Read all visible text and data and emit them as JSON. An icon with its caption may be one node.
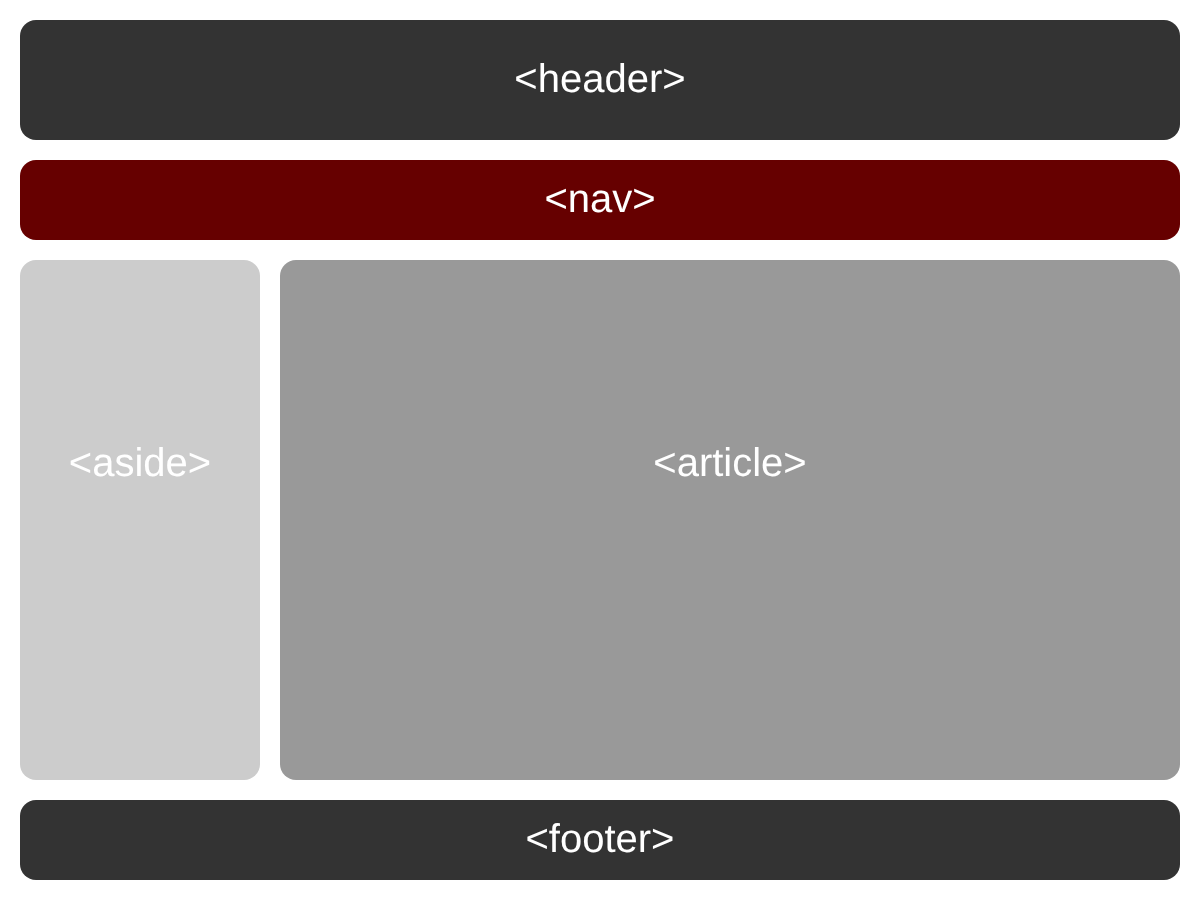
{
  "diagram": {
    "nodes": [
      {
        "text": [
          "<header>"
        ]
      },
      {
        "text": [
          "<nav>"
        ]
      },
      {
        "text": [
          "<aside>"
        ]
      },
      {
        "text": [
          "<article>"
        ]
      },
      {
        "text": [
          "<footer>"
        ]
      }
    ]
  }
}
